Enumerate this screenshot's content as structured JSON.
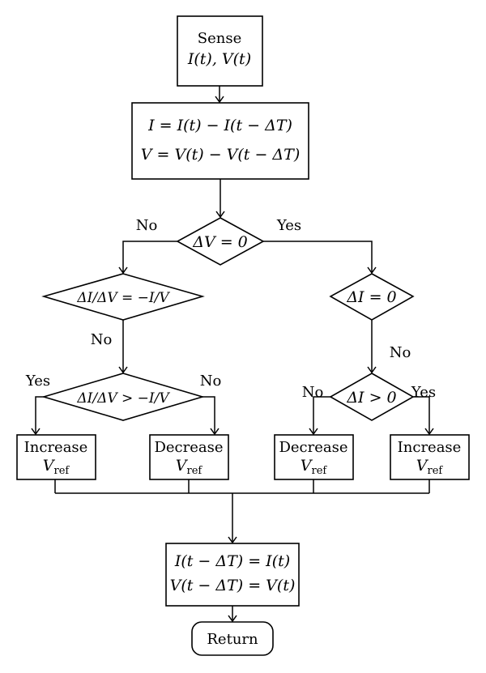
{
  "sense": {
    "title": "Sense",
    "formula": "I(t), V(t)"
  },
  "diff": {
    "line1": "I = I(t) − I(t − ΔT)",
    "line2": "V = V(t) − V(t − ΔT)"
  },
  "dv_check": {
    "text": "ΔV = 0",
    "no": "No",
    "yes": "Yes"
  },
  "left_check": {
    "text": "ΔI/ΔV = −I/V",
    "no": "No"
  },
  "left_compare": {
    "text": "ΔI/ΔV > −I/V",
    "yes": "Yes",
    "no": "No"
  },
  "right_check": {
    "text": "ΔI = 0",
    "no": "No"
  },
  "right_compare": {
    "text": "ΔI > 0",
    "no": "No",
    "yes": "Yes"
  },
  "boxes": {
    "increase_left": {
      "label": "Increase",
      "var": "V",
      "sub": "ref"
    },
    "decrease_left": {
      "label": "Decrease",
      "var": "V",
      "sub": "ref"
    },
    "decrease_right": {
      "label": "Decrease",
      "var": "V",
      "sub": "ref"
    },
    "increase_right": {
      "label": "Increase",
      "var": "V",
      "sub": "ref"
    }
  },
  "update": {
    "line1": "I(t − ΔT) = I(t)",
    "line2": "V(t − ΔT) = V(t)"
  },
  "return": {
    "label": "Return"
  }
}
